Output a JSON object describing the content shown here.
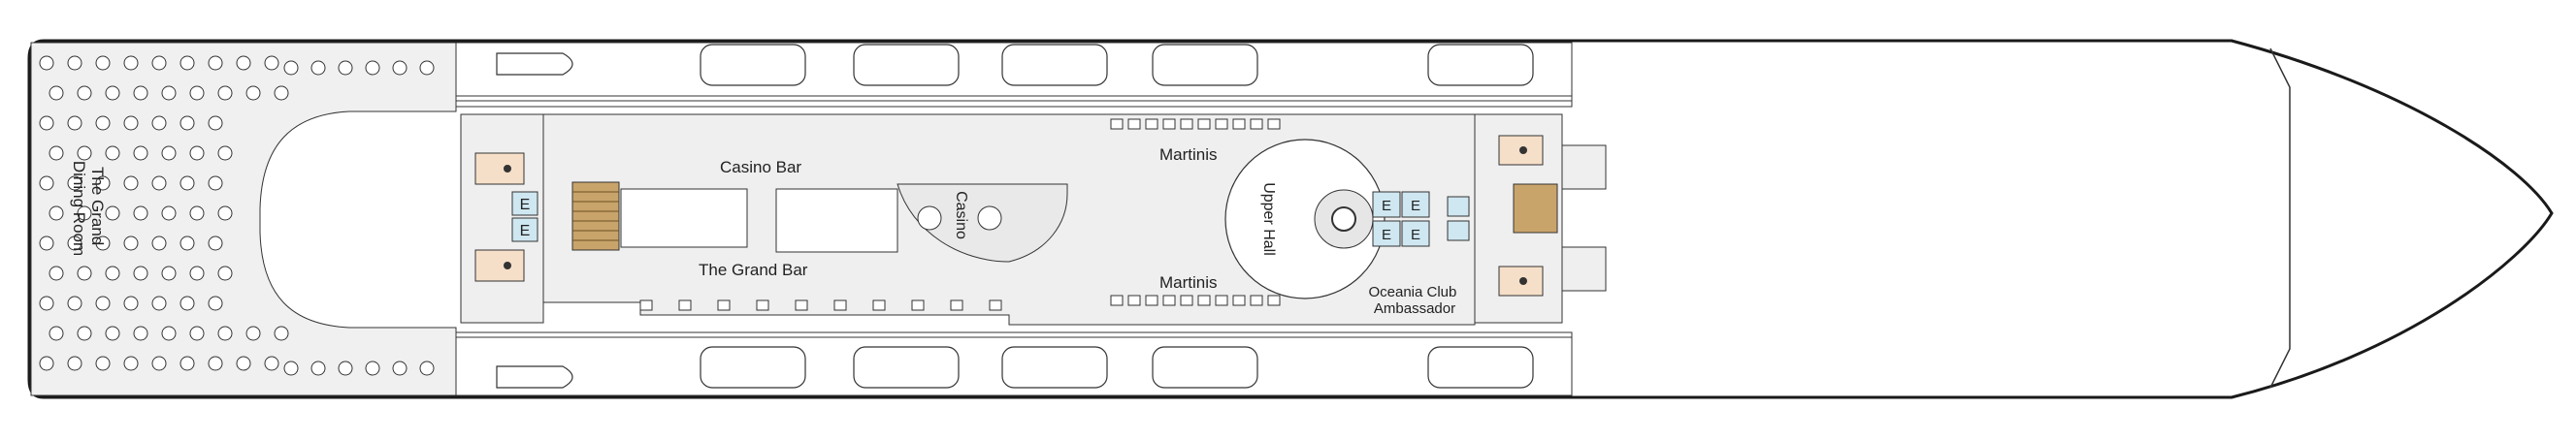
{
  "deck_plan": {
    "venues": {
      "grand_dining_room": "The Grand Dining Room",
      "casino_bar": "Casino Bar",
      "grand_bar": "The Grand Bar",
      "casino": "Casino",
      "martinis_top": "Martinis",
      "martinis_bottom": "Martinis",
      "upper_hall": "Upper Hall",
      "oceania_club": "Oceania Club Ambassador"
    },
    "elevator_glyph": "E",
    "icons": [
      "stair-icon",
      "elevator-icon",
      "restroom-icon",
      "piano-icon",
      "table-icon",
      "lifeboat-icon"
    ],
    "colors": {
      "hull_outline": "#1a1a1a",
      "deck_fill": "#efefef",
      "dining_fill": "#f0f0f0",
      "elevator_fill": "#cfe7f1",
      "restroom_fill": "#f6dfc8",
      "stair_fill": "#c9a46a",
      "furniture_stroke": "#333333"
    }
  }
}
